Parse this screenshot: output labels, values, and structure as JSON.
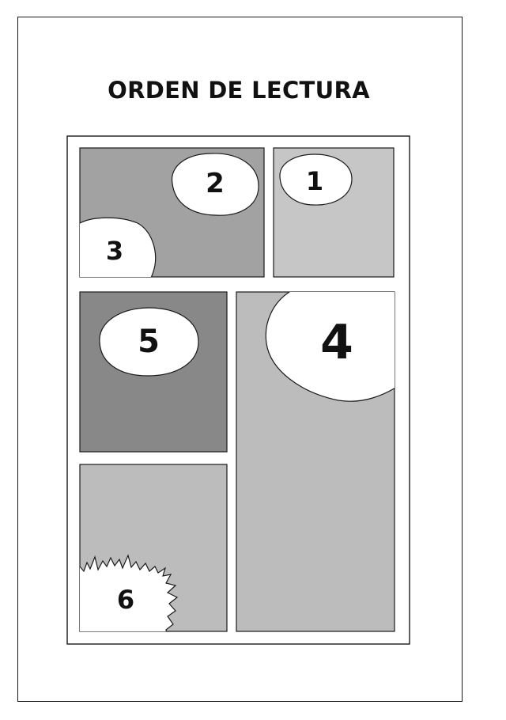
{
  "title": "ORDEN DE LECTURA",
  "colors": {
    "panel_1": "#c6c6c6",
    "panel_2": "#a2a2a2",
    "panel_4": "#bcbcbc",
    "panel_5": "#888888",
    "panel_6": "#bcbcbc",
    "bubble": "#ffffff",
    "ink": "#111111"
  },
  "bubbles": [
    {
      "id": "1",
      "label": "1",
      "panel": "top-right",
      "shape": "oval"
    },
    {
      "id": "2",
      "label": "2",
      "panel": "top-left",
      "shape": "oval"
    },
    {
      "id": "3",
      "label": "3",
      "panel": "top-left",
      "shape": "oval"
    },
    {
      "id": "4",
      "label": "4",
      "panel": "tall-right",
      "shape": "oval"
    },
    {
      "id": "5",
      "label": "5",
      "panel": "middle-left",
      "shape": "oval"
    },
    {
      "id": "6",
      "label": "6",
      "panel": "bottom-left",
      "shape": "burst"
    }
  ]
}
